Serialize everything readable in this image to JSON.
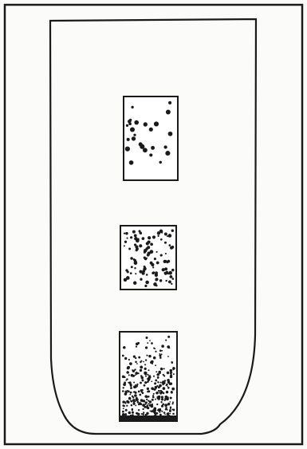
{
  "figure": {
    "panels": [
      {
        "particle_density": "sparse"
      },
      {
        "particle_density": "medium"
      },
      {
        "particle_density": "dense",
        "sediment_at_bottom": true
      }
    ]
  },
  "colors": {
    "ink": "#1a1a1a",
    "paper": "#fbfbfa"
  }
}
